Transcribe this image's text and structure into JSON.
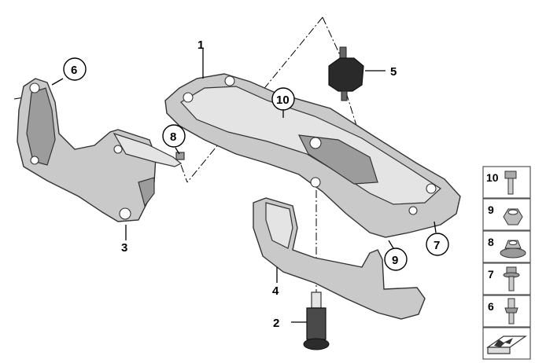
{
  "callouts": [
    {
      "id": "c1",
      "label": "1",
      "circled": false
    },
    {
      "id": "c2",
      "label": "2",
      "circled": false
    },
    {
      "id": "c3",
      "label": "3",
      "circled": false
    },
    {
      "id": "c4",
      "label": "4",
      "circled": false
    },
    {
      "id": "c5",
      "label": "5",
      "circled": false
    },
    {
      "id": "c6",
      "label": "6",
      "circled": true
    },
    {
      "id": "c7",
      "label": "7",
      "circled": true
    },
    {
      "id": "c8",
      "label": "8",
      "circled": true
    },
    {
      "id": "c9",
      "label": "9",
      "circled": true
    },
    {
      "id": "c10",
      "label": "10",
      "circled": true
    }
  ],
  "legend": [
    {
      "label": "10",
      "icon": "bolt-icon"
    },
    {
      "label": "9",
      "icon": "hex-nut-icon"
    },
    {
      "label": "8",
      "icon": "flange-nut-icon"
    },
    {
      "label": "7",
      "icon": "flange-bolt-icon"
    },
    {
      "label": "6",
      "icon": "stud-bolt-icon"
    }
  ],
  "legend_last_icon": "arrow-plate-icon",
  "colors": {
    "part_fill": "#c9c9c9",
    "outline": "#333333",
    "rubber": "#2a2a2a",
    "background": "#ffffff"
  }
}
